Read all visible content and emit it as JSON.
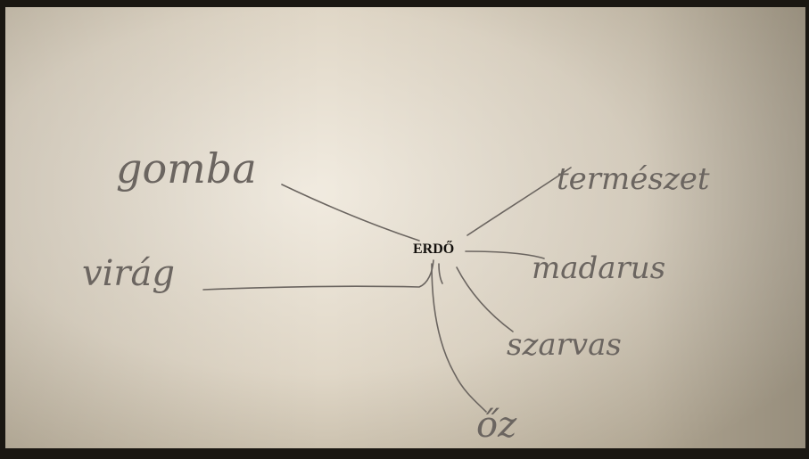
{
  "center_label": "ERDŐ",
  "words": {
    "gomba": "gomba",
    "termeszet": "természet",
    "virag": "virág",
    "madarak": "madarus",
    "szarvas": "szarvas",
    "oz": "őz"
  },
  "colors": {
    "paper_light": "#ece5d8",
    "paper_mid": "#d2c8b6",
    "paper_dark": "#b6aa96",
    "pencil": "#6b6560",
    "ink": "#14110e",
    "frame": "#1a1712"
  }
}
